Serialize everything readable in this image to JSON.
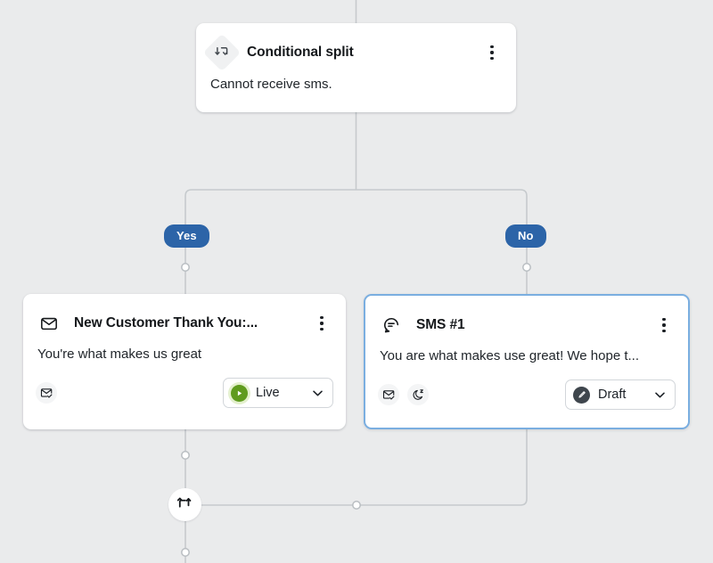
{
  "canvas": {
    "background_color": "#eaebec",
    "edge_color": "#c6cacd",
    "branch_badge_color": "#2c64a8"
  },
  "nodes": {
    "conditional": {
      "icon": "split-arrows-icon",
      "title": "Conditional split",
      "body": "Cannot receive sms.",
      "menu": "kebab-menu-icon"
    },
    "email": {
      "icon": "envelope-icon",
      "title": "New Customer Thank You:...",
      "body": "You're what makes us great",
      "menu": "kebab-menu-icon",
      "foot_icons": [
        "envelope-check-icon"
      ],
      "status": {
        "label": "Live",
        "indicator": "play-circle-icon",
        "color": "#5f9b1e",
        "chevron": "chevron-down-icon"
      }
    },
    "sms": {
      "icon": "chat-bubble-icon",
      "title": "SMS #1",
      "body": "You are what makes use great! We hope t...",
      "menu": "kebab-menu-icon",
      "selected": true,
      "foot_icons": [
        "envelope-check-icon",
        "moon-quiet-hours-icon"
      ],
      "status": {
        "label": "Draft",
        "indicator": "pencil-circle-icon",
        "color": "#3f464d",
        "chevron": "chevron-down-icon"
      }
    },
    "merge": {
      "icon": "merge-arrows-icon"
    }
  },
  "branches": {
    "yes_label": "Yes",
    "no_label": "No"
  }
}
